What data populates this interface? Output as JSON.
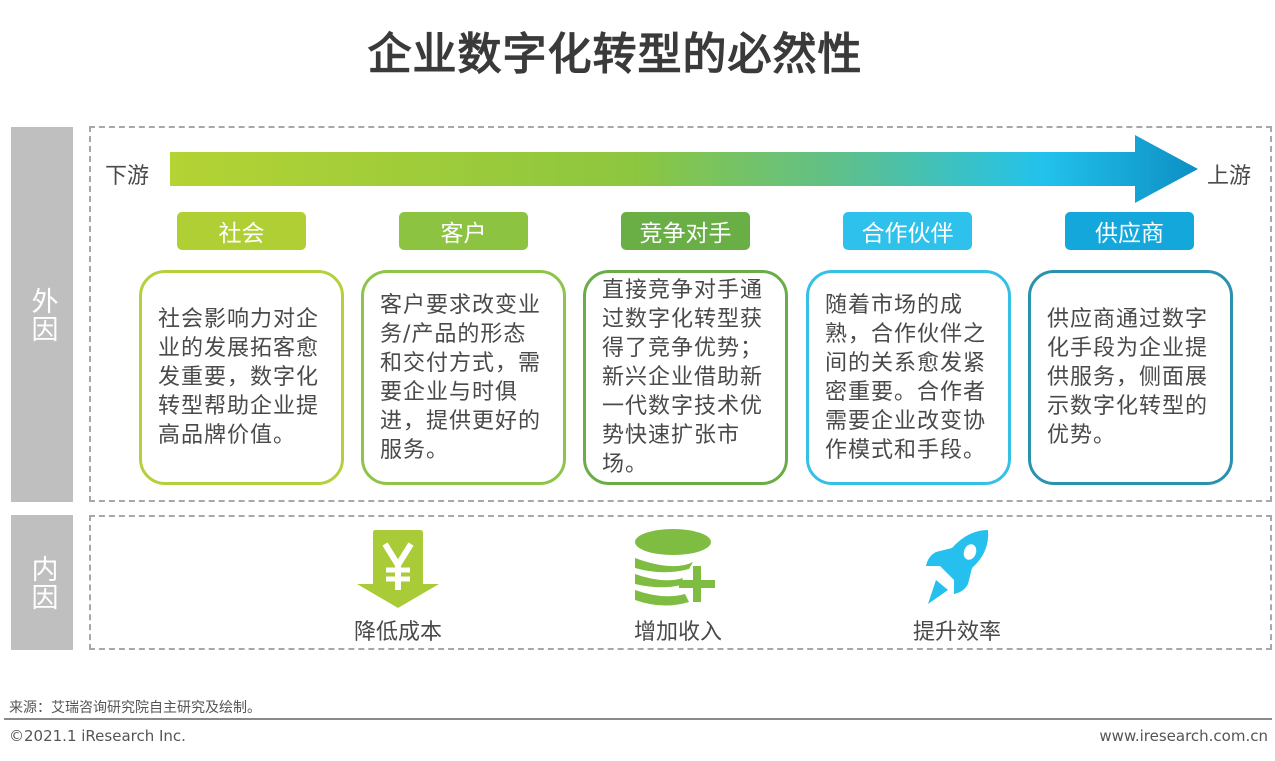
{
  "title": "企业数字化转型的必然性",
  "sections": {
    "external": {
      "label": "外因"
    },
    "internal": {
      "label": "内因"
    }
  },
  "flow": {
    "start_label": "下游",
    "end_label": "上游",
    "gradient": [
      "#b4d334",
      "#8dc63f",
      "#5fc08a",
      "#22c2ec",
      "#0d8fc4"
    ]
  },
  "stakeholders": [
    {
      "label": "社会",
      "color": "#b0cf35",
      "border": "#b3d13c",
      "text": "社会影响力对企业的发展拓客愈发重要，数字化转型帮助企业提高品牌价值。"
    },
    {
      "label": "客户",
      "color": "#8cc442",
      "border": "#8ec548",
      "text": "客户要求改变业务/产品的形态和交付方式，需要企业与时俱进，提供更好的服务。"
    },
    {
      "label": "竞争对手",
      "color": "#6aae46",
      "border": "#6aac48",
      "text": "直接竞争对手通过数字化转型获得了竞争优势；新兴企业借助新一代数字技术优势快速扩张市场。"
    },
    {
      "label": "合作伙伴",
      "color": "#2ec1ec",
      "border": "#35c0e6",
      "text": "随着市场的成熟，合作伙伴之间的关系愈发紧密重要。合作者需要企业改变协作模式和手段。"
    },
    {
      "label": "供应商",
      "color": "#13a7dc",
      "border": "#2a92ad",
      "text": "供应商通过数字化手段为企业提供服务，侧面展示数字化转型的优势。"
    }
  ],
  "internal_factors": [
    {
      "label": "降低成本",
      "icon": "yen-down-arrow-icon",
      "color": "#a9cb37"
    },
    {
      "label": "增加收入",
      "icon": "database-plus-icon",
      "color": "#7fbd42"
    },
    {
      "label": "提升效率",
      "icon": "rocket-icon",
      "color": "#26c0ee"
    }
  ],
  "footer": {
    "source": "来源：艾瑞咨询研究院自主研究及绘制。",
    "copyright": "©2021.1 iResearch Inc.",
    "website": "www.iresearch.com.cn"
  }
}
